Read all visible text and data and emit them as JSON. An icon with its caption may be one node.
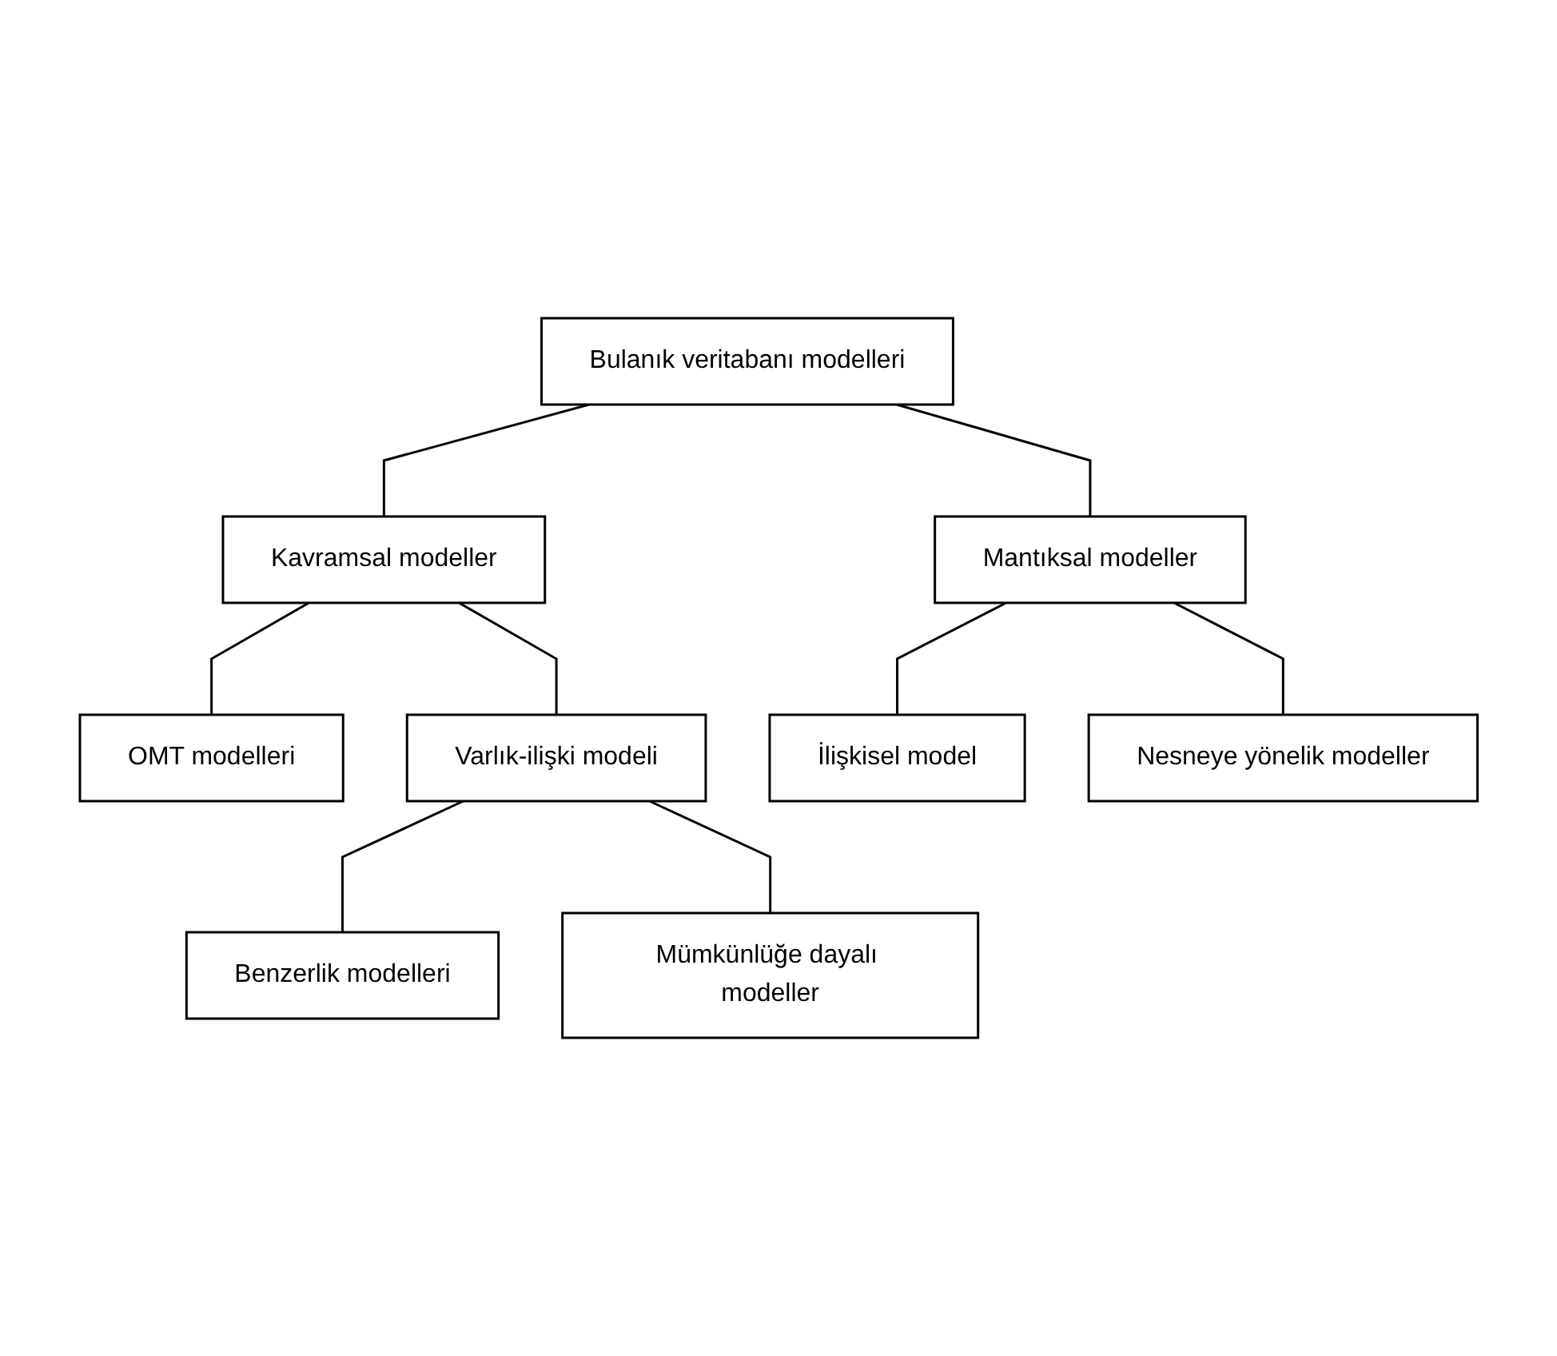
{
  "diagram": {
    "nodes": [
      {
        "text": [
          "Bulanık veritabanı modelleri"
        ]
      },
      {
        "text": [
          "Kavramsal modeller"
        ]
      },
      {
        "text": [
          "Mantıksal modeller"
        ]
      },
      {
        "text": [
          "OMT modelleri"
        ]
      },
      {
        "text": [
          "Varlık-ilişki modeli"
        ]
      },
      {
        "text": [
          "İlişkisel model"
        ]
      },
      {
        "text": [
          "Nesneye yönelik modeller"
        ]
      },
      {
        "text": [
          "Benzerlik modelleri"
        ]
      },
      {
        "text": [
          "Mümkünlüğe dayalı modeller"
        ]
      }
    ],
    "edges": [
      {
        "from": 0,
        "to": 1,
        "arrow": "none"
      },
      {
        "from": 0,
        "to": 2,
        "arrow": "none"
      },
      {
        "from": 1,
        "to": 3,
        "arrow": "none"
      },
      {
        "from": 1,
        "to": 4,
        "arrow": "none"
      },
      {
        "from": 2,
        "to": 5,
        "arrow": "none"
      },
      {
        "from": 2,
        "to": 6,
        "arrow": "none"
      },
      {
        "from": 4,
        "to": 7,
        "arrow": "none"
      },
      {
        "from": 4,
        "to": 8,
        "arrow": "none"
      }
    ]
  }
}
